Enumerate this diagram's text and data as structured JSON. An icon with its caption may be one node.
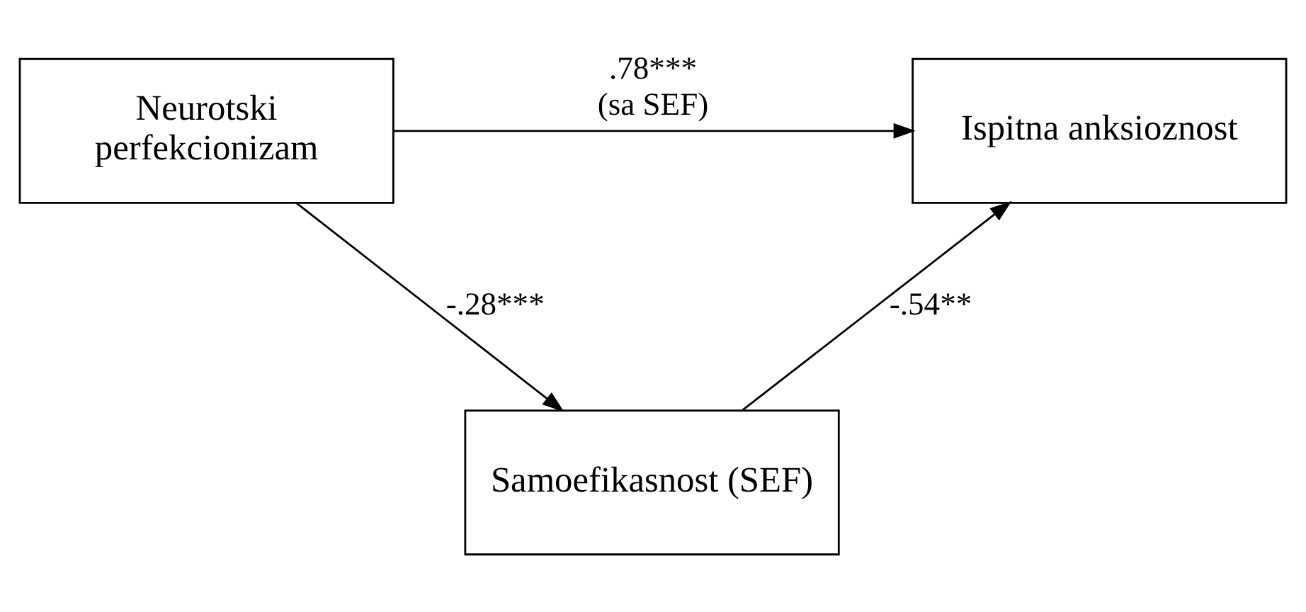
{
  "diagram": {
    "nodes": [
      {
        "text": [
          "Neurotski perfekcionizam"
        ]
      },
      {
        "text": [
          "Ispitna anksioznost"
        ]
      },
      {
        "text": [
          "Samoefikasnost (SEF)"
        ]
      }
    ],
    "edges": [
      {
        "from": 0,
        "to": 1,
        "arrow": "to",
        "label": ".78*** (sa SEF)"
      },
      {
        "from": 0,
        "to": 2,
        "arrow": "to",
        "label": "-.28***"
      },
      {
        "from": 2,
        "to": 1,
        "arrow": "to",
        "label": "-.54**"
      }
    ]
  }
}
